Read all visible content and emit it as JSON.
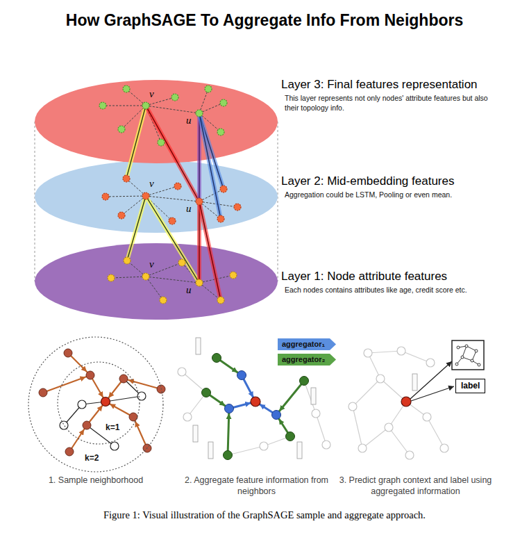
{
  "diagram": {
    "title": "How GraphSAGE To Aggregate Info From Neighbors",
    "caption": "Figure 1: Visual illustration of the GraphSAGE sample and aggregate approach.",
    "nodes": [
      {
        "text": [
          "k=2"
        ]
      },
      {
        "text": [
          "k=1"
        ],
        "in": 0
      },
      {
        "text": [
          "aggregator₁"
        ]
      },
      {
        "text": [
          "aggregator₂"
        ]
      },
      {
        "text": [
          "label"
        ]
      }
    ],
    "labels": [
      "Layer 3: Final features representation",
      "This layer represents not only nodes' attribute features but also their topology info.",
      "v",
      "u",
      "Layer 2: Mid-embedding features",
      "Aggregation could be LSTM, Pooling or even mean.",
      "v",
      "u",
      "Layer 1: Node attribute features",
      "Each nodes contains attributes like age, credit score etc.",
      "v",
      "u",
      "1. Sample neighborhood",
      "2. Aggregate feature information from neighbors",
      "3. Predict graph context and label using aggregated information"
    ]
  }
}
